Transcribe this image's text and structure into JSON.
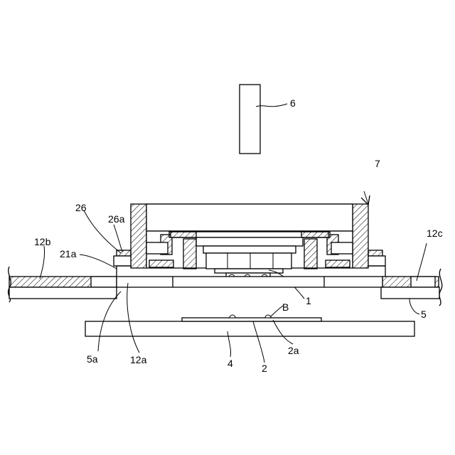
{
  "figure": {
    "labels": {
      "l6": "6",
      "l7": "7",
      "l26": "26",
      "l26a": "26a",
      "l12b": "12b",
      "l21a": "21a",
      "l12c": "12c",
      "l1": "1",
      "lB": "B",
      "l5": "5",
      "l5a": "5a",
      "l12a": "12a",
      "l4": "4",
      "l2": "2",
      "l2a": "2a"
    }
  }
}
